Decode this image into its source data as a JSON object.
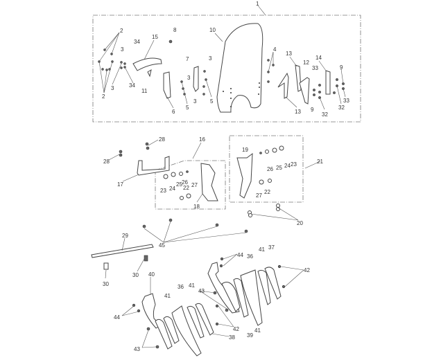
{
  "diagram_title": "",
  "callouts": {
    "top": [
      "1",
      "2",
      "2",
      "3",
      "3",
      "3",
      "3",
      "3",
      "34",
      "34",
      "15",
      "8",
      "10",
      "11",
      "7",
      "6",
      "5",
      "5",
      "4",
      "13",
      "13",
      "12",
      "33",
      "33",
      "14",
      "9",
      "9",
      "32",
      "32"
    ],
    "middle": [
      "28",
      "28",
      "16",
      "17",
      "23",
      "24",
      "25",
      "26",
      "22",
      "27",
      "18",
      "19",
      "26",
      "25",
      "24",
      "23",
      "21",
      "27",
      "22",
      "20",
      "45",
      "29",
      "30",
      "30"
    ],
    "bottom": [
      "44",
      "36",
      "41",
      "37",
      "42",
      "40",
      "36",
      "41",
      "41",
      "43",
      "44",
      "42",
      "38",
      "39",
      "41",
      "43"
    ]
  }
}
